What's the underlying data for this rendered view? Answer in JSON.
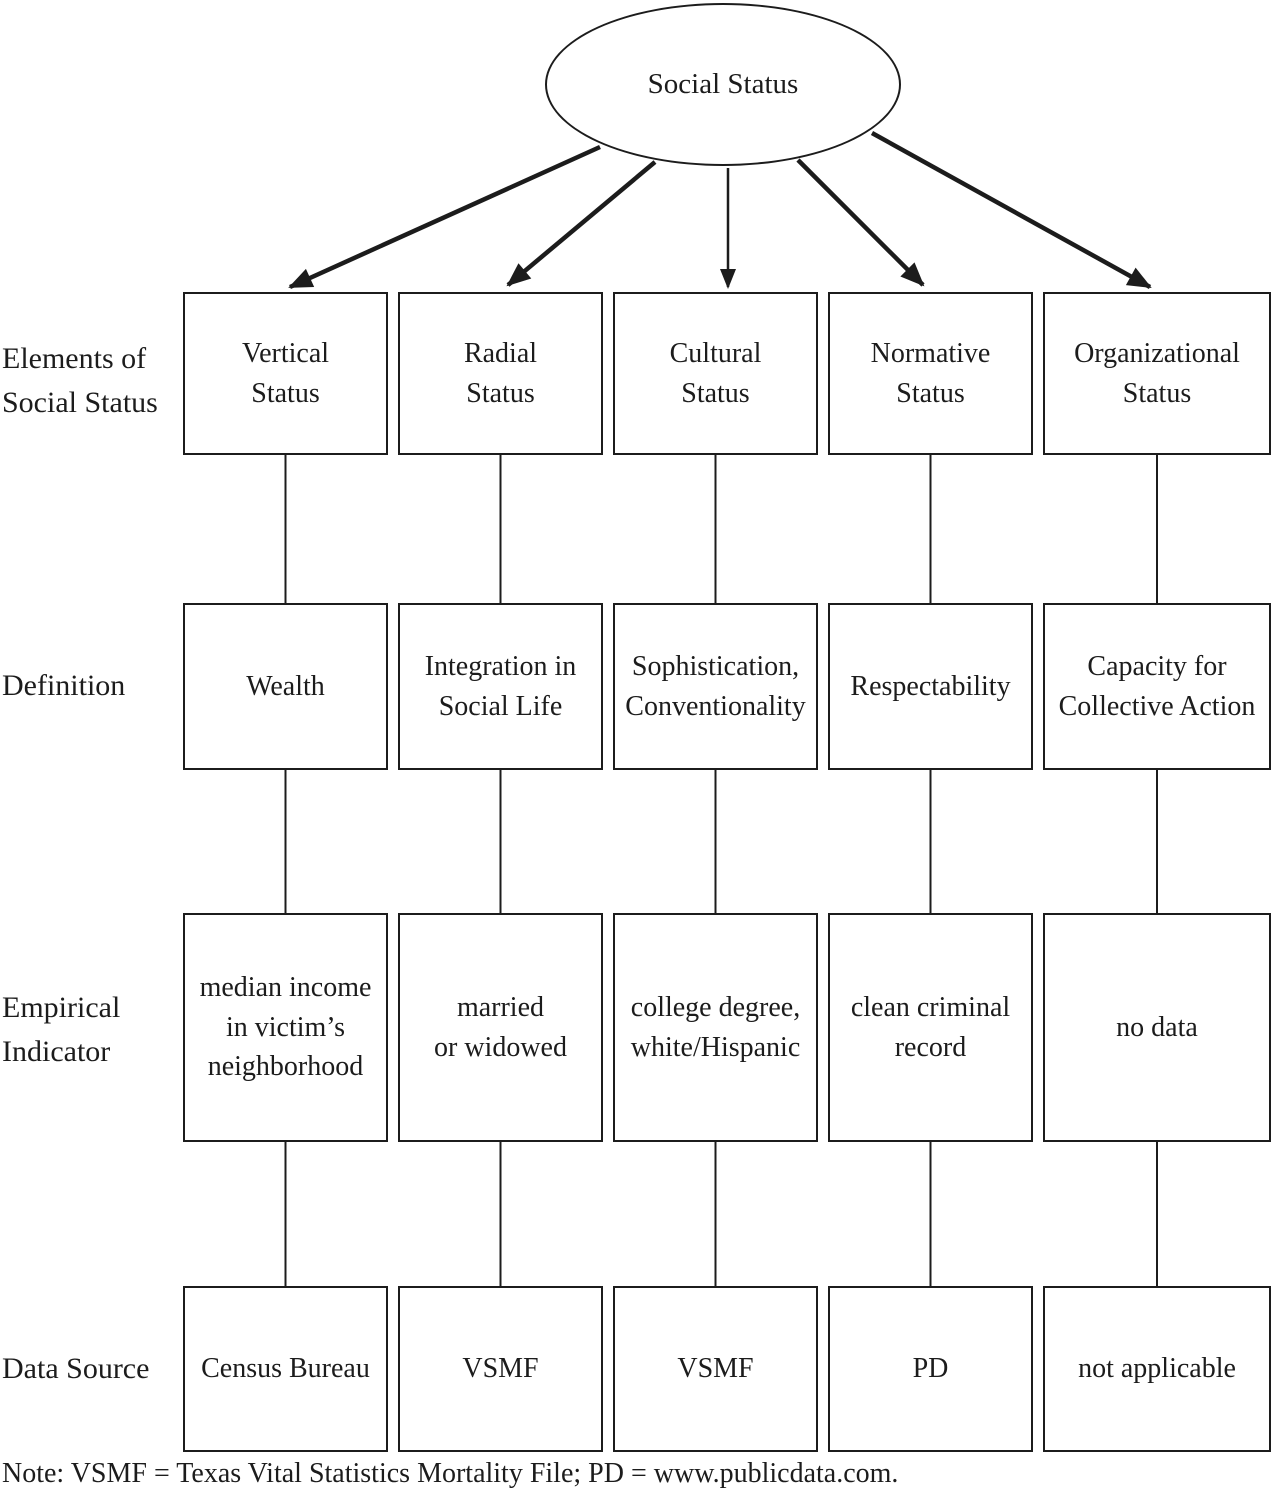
{
  "root_label": "Social Status",
  "row_labels": [
    "Elements of\nSocial Status",
    "Definition",
    "Empirical\nIndicator",
    "Data Source"
  ],
  "columns": [
    {
      "element": "Vertical\nStatus",
      "definition": "Wealth",
      "indicator": "median income\nin victim’s\nneighborhood",
      "source": "Census Bureau"
    },
    {
      "element": "Radial\nStatus",
      "definition": "Integration in\nSocial Life",
      "indicator": "married\nor widowed",
      "source": "VSMF"
    },
    {
      "element": "Cultural\nStatus",
      "definition": "Sophistication,\nConventionality",
      "indicator": "college degree,\nwhite/Hispanic",
      "source": "VSMF"
    },
    {
      "element": "Normative\nStatus",
      "definition": "Respectability",
      "indicator": "clean criminal\nrecord",
      "source": "PD"
    },
    {
      "element": "Organizational\nStatus",
      "definition": "Capacity for\nCollective Action",
      "indicator": "no data",
      "source": "not applicable"
    }
  ],
  "note": "Note: VSMF = Texas Vital Statistics Mortality File; PD = www.publicdata.com.",
  "colors": {
    "ink": "#1c1c1c",
    "background": "#ffffff"
  }
}
